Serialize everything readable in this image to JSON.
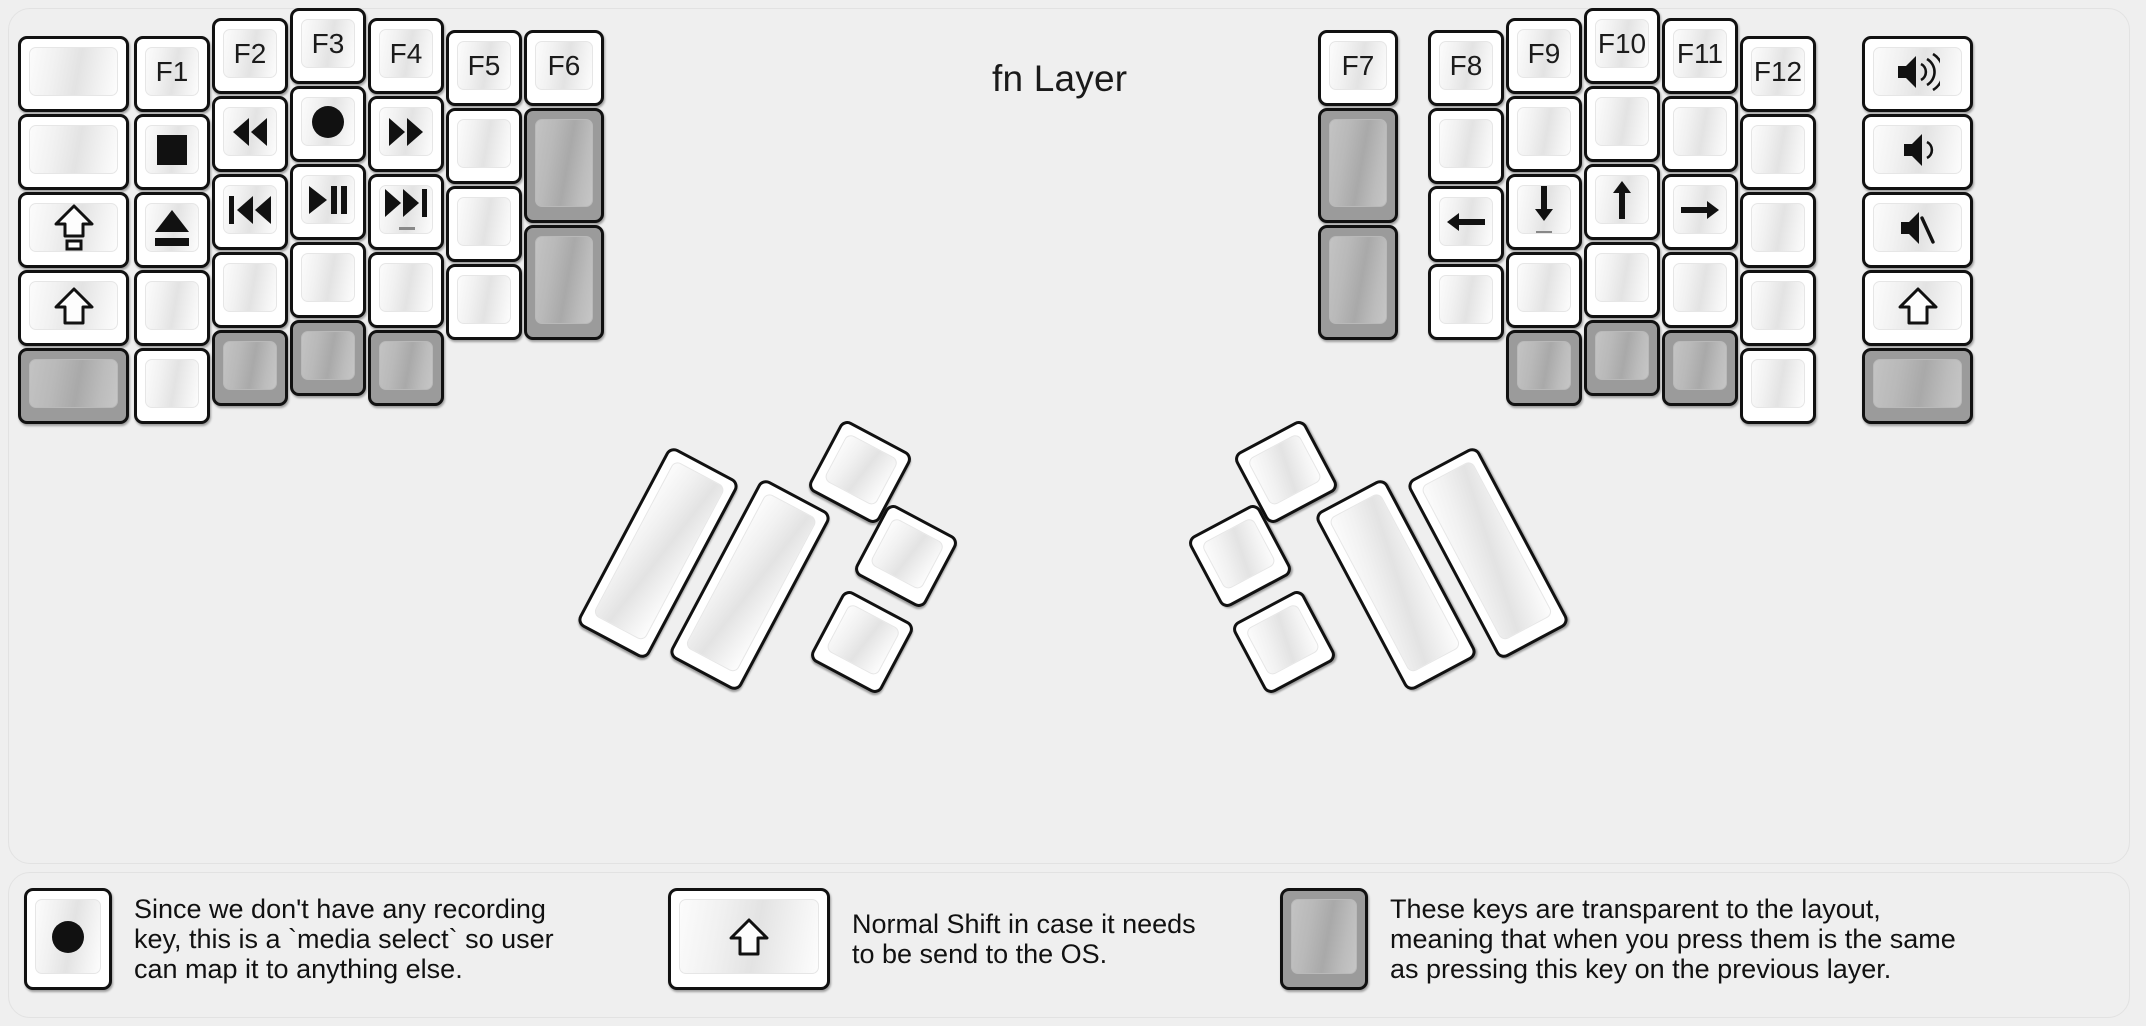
{
  "title": "fn Layer",
  "colors": {
    "background": "#efefef",
    "key_face": "#ffffff",
    "key_border": "#111111",
    "transparent_key": "#9b9b9b",
    "text": "#111111"
  },
  "left_half": {
    "columns": [
      {
        "name": "col-pinky-outer",
        "keys": [
          {
            "name": "key-blank-1",
            "icon": "blank",
            "label": "",
            "transparent": false
          },
          {
            "name": "key-blank-2",
            "icon": "blank",
            "label": "",
            "transparent": false
          },
          {
            "name": "key-caps-lock",
            "icon": "caps-lock-icon",
            "label": "",
            "transparent": false
          },
          {
            "name": "key-shift",
            "icon": "shift-icon",
            "label": "",
            "transparent": false
          },
          {
            "name": "key-transparent-1",
            "icon": "blank",
            "label": "",
            "transparent": true
          }
        ]
      },
      {
        "name": "col-pinky",
        "keys": [
          {
            "name": "key-f1",
            "icon": "text",
            "label": "F1",
            "transparent": false
          },
          {
            "name": "key-media-stop",
            "icon": "media-stop-icon",
            "label": "",
            "transparent": false
          },
          {
            "name": "key-media-eject",
            "icon": "media-eject-icon",
            "label": "",
            "transparent": false
          },
          {
            "name": "key-blank-3",
            "icon": "blank",
            "label": "",
            "transparent": false
          },
          {
            "name": "key-blank-4",
            "icon": "blank",
            "label": "",
            "transparent": false
          }
        ]
      },
      {
        "name": "col-ring",
        "keys": [
          {
            "name": "key-f2",
            "icon": "text",
            "label": "F2",
            "transparent": false
          },
          {
            "name": "key-media-rewind",
            "icon": "media-rewind-icon",
            "label": "",
            "transparent": false
          },
          {
            "name": "key-media-prev-track",
            "icon": "media-prev-track-icon",
            "label": "",
            "transparent": false
          },
          {
            "name": "key-blank-5",
            "icon": "blank",
            "label": "",
            "transparent": false
          },
          {
            "name": "key-transparent-2",
            "icon": "blank",
            "label": "",
            "transparent": true
          }
        ]
      },
      {
        "name": "col-middle",
        "keys": [
          {
            "name": "key-f3",
            "icon": "text",
            "label": "F3",
            "transparent": false
          },
          {
            "name": "key-media-record",
            "icon": "media-record-icon",
            "label": "",
            "transparent": false
          },
          {
            "name": "key-media-play-pause",
            "icon": "media-play-pause-icon",
            "label": "",
            "transparent": false
          },
          {
            "name": "key-blank-6",
            "icon": "blank",
            "label": "",
            "transparent": false
          },
          {
            "name": "key-transparent-3",
            "icon": "blank",
            "label": "",
            "transparent": true
          }
        ]
      },
      {
        "name": "col-index",
        "keys": [
          {
            "name": "key-f4",
            "icon": "text",
            "label": "F4",
            "transparent": false
          },
          {
            "name": "key-media-fast-forward",
            "icon": "media-fast-forward-icon",
            "label": "",
            "transparent": false
          },
          {
            "name": "key-media-next-track",
            "icon": "media-next-track-icon",
            "label": "",
            "transparent": false
          },
          {
            "name": "key-blank-7",
            "icon": "blank",
            "label": "",
            "transparent": false
          },
          {
            "name": "key-transparent-4",
            "icon": "blank",
            "label": "",
            "transparent": true
          }
        ]
      },
      {
        "name": "col-index-inner",
        "keys": [
          {
            "name": "key-f5",
            "icon": "text",
            "label": "F5",
            "transparent": false
          },
          {
            "name": "key-blank-8",
            "icon": "blank",
            "label": "",
            "transparent": false
          },
          {
            "name": "key-blank-9",
            "icon": "blank",
            "label": "",
            "transparent": false
          },
          {
            "name": "key-blank-10",
            "icon": "blank",
            "label": "",
            "transparent": false
          }
        ]
      },
      {
        "name": "col-inner",
        "keys": [
          {
            "name": "key-f6",
            "icon": "text",
            "label": "F6",
            "transparent": false
          },
          {
            "name": "key-transparent-5",
            "icon": "blank",
            "label": "",
            "transparent": true
          },
          {
            "name": "key-transparent-6",
            "icon": "blank",
            "label": "",
            "transparent": true
          }
        ]
      }
    ],
    "thumb_cluster": [
      {
        "name": "thumb-key-1",
        "icon": "blank",
        "label": "",
        "transparent": false
      },
      {
        "name": "thumb-key-2",
        "icon": "blank",
        "label": "",
        "transparent": false
      },
      {
        "name": "thumb-key-3",
        "icon": "blank",
        "label": "",
        "transparent": false
      },
      {
        "name": "thumb-key-4",
        "icon": "blank",
        "label": "",
        "transparent": false
      },
      {
        "name": "thumb-key-5",
        "icon": "blank",
        "label": "",
        "transparent": false
      }
    ]
  },
  "right_half": {
    "columns": [
      {
        "name": "col-inner",
        "keys": [
          {
            "name": "key-f7",
            "icon": "text",
            "label": "F7",
            "transparent": false
          },
          {
            "name": "key-transparent-7",
            "icon": "blank",
            "label": "",
            "transparent": true
          },
          {
            "name": "key-transparent-8",
            "icon": "blank",
            "label": "",
            "transparent": true
          }
        ]
      },
      {
        "name": "col-index-inner",
        "keys": [
          {
            "name": "key-f8",
            "icon": "text",
            "label": "F8",
            "transparent": false
          },
          {
            "name": "key-blank-11",
            "icon": "blank",
            "label": "",
            "transparent": false
          },
          {
            "name": "key-arrow-left",
            "icon": "arrow-left-icon",
            "label": "",
            "transparent": false
          },
          {
            "name": "key-blank-12",
            "icon": "blank",
            "label": "",
            "transparent": false
          }
        ]
      },
      {
        "name": "col-index",
        "keys": [
          {
            "name": "key-f9",
            "icon": "text",
            "label": "F9",
            "transparent": false
          },
          {
            "name": "key-blank-13",
            "icon": "blank",
            "label": "",
            "transparent": false
          },
          {
            "name": "key-arrow-down",
            "icon": "arrow-down-icon",
            "label": "",
            "transparent": false
          },
          {
            "name": "key-blank-14",
            "icon": "blank",
            "label": "",
            "transparent": false
          },
          {
            "name": "key-transparent-9",
            "icon": "blank",
            "label": "",
            "transparent": true
          }
        ]
      },
      {
        "name": "col-middle",
        "keys": [
          {
            "name": "key-f10",
            "icon": "text",
            "label": "F10",
            "transparent": false
          },
          {
            "name": "key-blank-15",
            "icon": "blank",
            "label": "",
            "transparent": false
          },
          {
            "name": "key-arrow-up",
            "icon": "arrow-up-icon",
            "label": "",
            "transparent": false
          },
          {
            "name": "key-blank-16",
            "icon": "blank",
            "label": "",
            "transparent": false
          },
          {
            "name": "key-transparent-10",
            "icon": "blank",
            "label": "",
            "transparent": true
          }
        ]
      },
      {
        "name": "col-ring",
        "keys": [
          {
            "name": "key-f11",
            "icon": "text",
            "label": "F11",
            "transparent": false
          },
          {
            "name": "key-blank-17",
            "icon": "blank",
            "label": "",
            "transparent": false
          },
          {
            "name": "key-arrow-right",
            "icon": "arrow-right-icon",
            "label": "",
            "transparent": false
          },
          {
            "name": "key-blank-18",
            "icon": "blank",
            "label": "",
            "transparent": false
          },
          {
            "name": "key-transparent-11",
            "icon": "blank",
            "label": "",
            "transparent": true
          }
        ]
      },
      {
        "name": "col-pinky",
        "keys": [
          {
            "name": "key-f12",
            "icon": "text",
            "label": "F12",
            "transparent": false
          },
          {
            "name": "key-blank-19",
            "icon": "blank",
            "label": "",
            "transparent": false
          },
          {
            "name": "key-blank-20",
            "icon": "blank",
            "label": "",
            "transparent": false
          },
          {
            "name": "key-blank-21",
            "icon": "blank",
            "label": "",
            "transparent": false
          },
          {
            "name": "key-blank-22",
            "icon": "blank",
            "label": "",
            "transparent": false
          }
        ]
      },
      {
        "name": "col-pinky-outer",
        "keys": [
          {
            "name": "key-volume-up",
            "icon": "volume-up-icon",
            "label": "",
            "transparent": false
          },
          {
            "name": "key-volume-down",
            "icon": "volume-down-icon",
            "label": "",
            "transparent": false
          },
          {
            "name": "key-volume-mute",
            "icon": "volume-mute-icon",
            "label": "",
            "transparent": false
          },
          {
            "name": "key-shift-right",
            "icon": "shift-icon",
            "label": "",
            "transparent": false
          },
          {
            "name": "key-transparent-12",
            "icon": "blank",
            "label": "",
            "transparent": true
          }
        ]
      }
    ],
    "thumb_cluster": [
      {
        "name": "thumb-key-6",
        "icon": "blank",
        "label": "",
        "transparent": false
      },
      {
        "name": "thumb-key-7",
        "icon": "blank",
        "label": "",
        "transparent": false
      },
      {
        "name": "thumb-key-8",
        "icon": "blank",
        "label": "",
        "transparent": false
      },
      {
        "name": "thumb-key-9",
        "icon": "blank",
        "label": "",
        "transparent": false
      },
      {
        "name": "thumb-key-10",
        "icon": "blank",
        "label": "",
        "transparent": false
      }
    ]
  },
  "legend": [
    {
      "name": "legend-media-select",
      "icon": "media-record-icon",
      "transparent": false,
      "text": "Since we don't have any recording\nkey, this is a `media select` so user\ncan map it to anything else."
    },
    {
      "name": "legend-normal-shift",
      "icon": "shift-icon",
      "transparent": false,
      "text": "Normal Shift in case it needs\nto be send to the OS."
    },
    {
      "name": "legend-transparent-keys",
      "icon": "blank",
      "transparent": true,
      "text": "These keys are transparent to the layout,\nmeaning that when you press them is the same\nas pressing this key on the previous layer."
    }
  ]
}
